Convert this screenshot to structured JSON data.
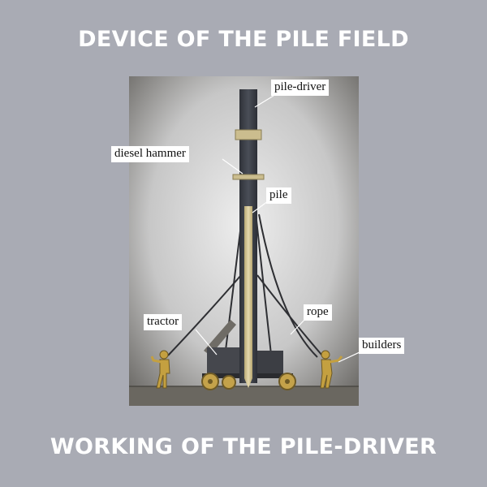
{
  "header": {
    "title": "DEVICE OF THE PILE FIELD"
  },
  "footer": {
    "caption": "WORKING OF THE PILE-DRIVER"
  },
  "diagram": {
    "labels": {
      "pile_driver": "pile-driver",
      "diesel_hammer": "diesel hammer",
      "pile": "pile",
      "tractor": "tractor",
      "rope": "rope",
      "builders": "builders"
    }
  },
  "colors": {
    "page_background": "#a9abb4",
    "mast": "#3c3f47",
    "pile": "#d6c89a",
    "wheels": "#c4a24a",
    "builders": "#c4a040"
  }
}
